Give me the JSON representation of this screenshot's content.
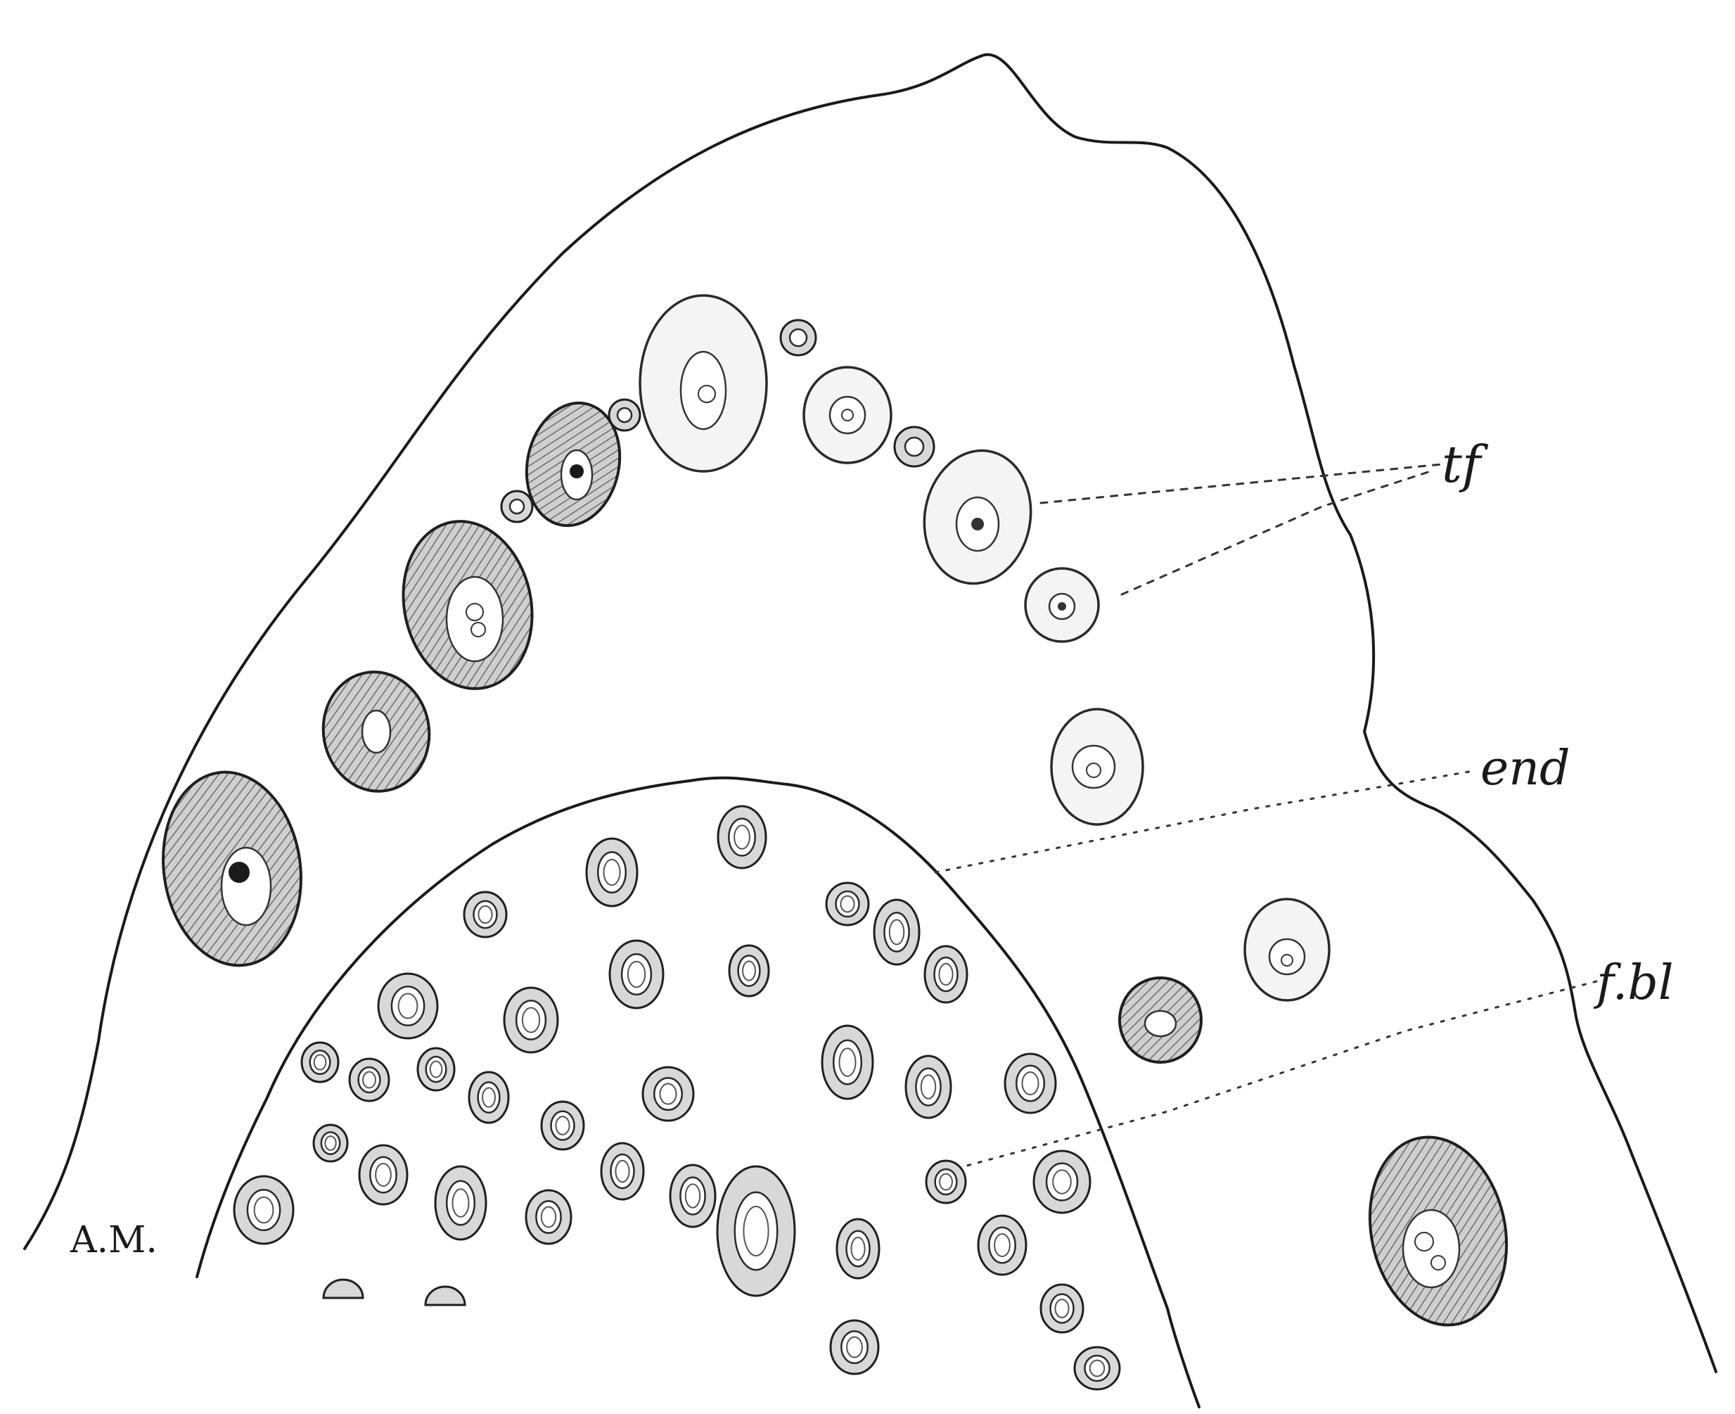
{
  "labels": {
    "tf": "tf",
    "end": "end",
    "fbl": "f.bl",
    "am": "A.M."
  }
}
